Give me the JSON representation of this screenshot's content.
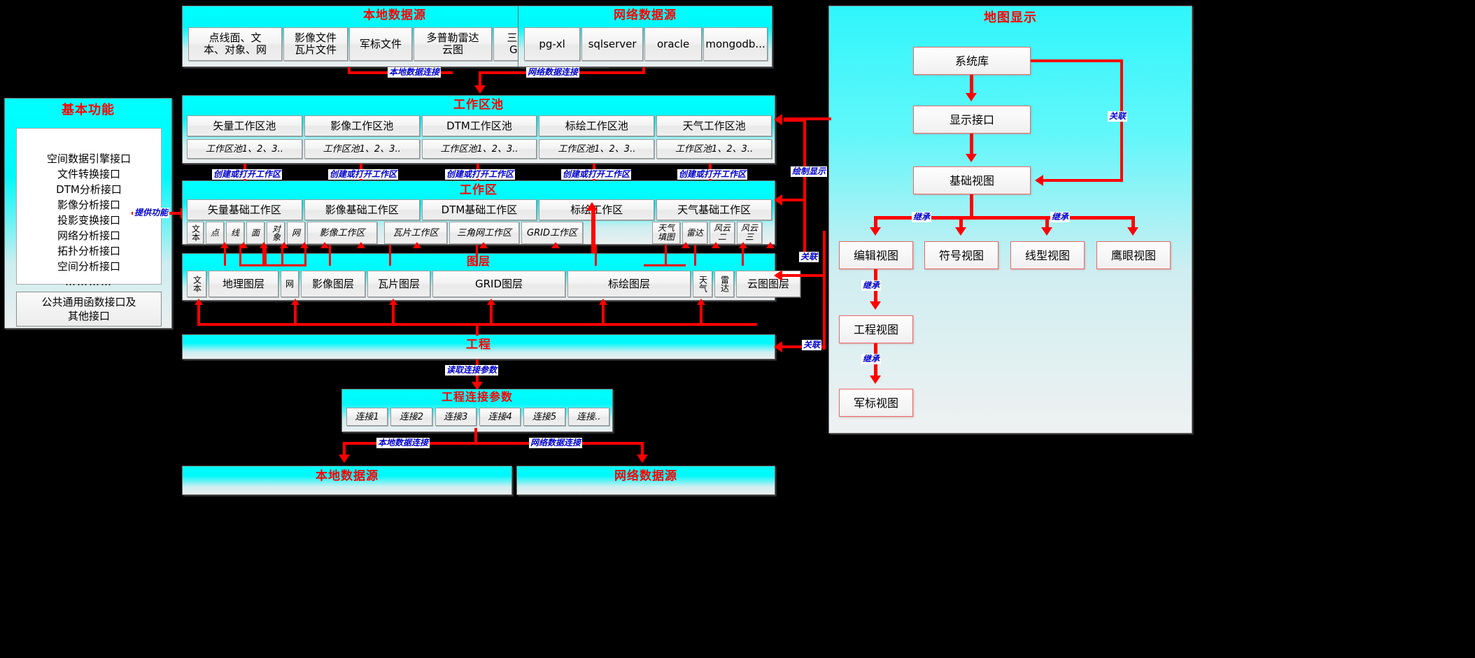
{
  "local_source_top": {
    "title": "本地数据源",
    "items": [
      "点线面、文本、对象、网",
      "影像文件瓦片文件",
      "军标文件",
      "多普勒雷达云图",
      "三角网文件GRID文件"
    ],
    "items_lines": [
      [
        "点线面、文",
        "本、对象、网"
      ],
      [
        "影像文件",
        "瓦片文件"
      ],
      [
        "军标文件"
      ],
      [
        "多普勒雷达",
        "云图"
      ],
      [
        "三角网文件",
        "GRID文件"
      ]
    ]
  },
  "net_source_top": {
    "title": "网络数据源",
    "items": [
      "pg-xl",
      "sqlserver",
      "oracle",
      "mongodb..."
    ]
  },
  "basic_functions": {
    "title": "基本功能",
    "interfaces": [
      "空间数据引擎接口",
      "文件转换接口",
      "DTM分析接口",
      "影像分析接口",
      "投影变换接口",
      "网络分析接口",
      "拓扑分析接口",
      "空间分析接口",
      "…………"
    ],
    "common_box_lines": [
      "公共通用函数接口及",
      "其他接口"
    ]
  },
  "workspace_pool": {
    "title": "工作区池",
    "columns": [
      "矢量工作区池",
      "影像工作区池",
      "DTM工作区池",
      "标绘工作区池",
      "天气工作区池"
    ],
    "sub_label": "工作区池1、2、3.."
  },
  "workspace": {
    "title": "工作区",
    "columns": [
      "矢量基础工作区",
      "影像基础工作区",
      "DTM基础工作区",
      "标绘工作区",
      "天气基础工作区"
    ],
    "vector_items": [
      "文本",
      "点",
      "线",
      "面",
      "对象",
      "网"
    ],
    "image_items": [
      "影像工作区"
    ],
    "dtm_items": [
      "瓦片工作区",
      "三角网工作区",
      "GRID工作区"
    ],
    "weather_items_lines": [
      [
        "天气",
        "填图"
      ],
      [
        "雷达"
      ],
      [
        "风云",
        "二"
      ],
      [
        "风云",
        "三"
      ]
    ]
  },
  "layers": {
    "title": "图层",
    "items": [
      "文本",
      "地理图层",
      "网",
      "影像图层",
      "瓦片图层",
      "GRID图层",
      "标绘图层",
      "天气",
      "雷达",
      "云图图层"
    ]
  },
  "project": {
    "title": "工程"
  },
  "project_conn": {
    "title": "工程连接参数",
    "items": [
      "连接1",
      "连接2",
      "连接3",
      "连接4",
      "连接5",
      "连接.."
    ]
  },
  "local_source_bottom": {
    "title": "本地数据源"
  },
  "net_source_bottom": {
    "title": "网络数据源"
  },
  "map_display": {
    "title": "地图显示",
    "system_lib": "系统库",
    "display_interface": "显示接口",
    "base_view": "基础视图",
    "views": [
      "编辑视图",
      "符号视图",
      "线型视图",
      "鹰眼视图"
    ],
    "project_view": "工程视图",
    "military_view": "军标视图"
  },
  "edge_labels": {
    "local_data_conn": "本地数据连接",
    "net_data_conn": "网络数据连接",
    "create_or_open": "创建或打开工作区",
    "provide_function": "提供功能",
    "read_conn_params": "读取连接参数",
    "draw_display": "绘制显示",
    "relate": "关联",
    "inherit": "继承"
  },
  "colors": {
    "accent_red": "#ff0000",
    "label_blue": "#0000cc",
    "panel_cyan": "#00ffff",
    "map_cyan": "#5ff7fa"
  }
}
